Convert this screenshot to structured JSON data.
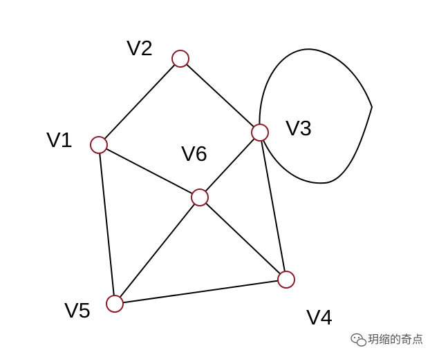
{
  "graph": {
    "nodes": [
      {
        "id": "V1",
        "label": "V1"
      },
      {
        "id": "V2",
        "label": "V2"
      },
      {
        "id": "V3",
        "label": "V3"
      },
      {
        "id": "V4",
        "label": "V4"
      },
      {
        "id": "V5",
        "label": "V5"
      },
      {
        "id": "V6",
        "label": "V6"
      }
    ],
    "edges": [
      {
        "from": "V1",
        "to": "V2"
      },
      {
        "from": "V2",
        "to": "V3"
      },
      {
        "from": "V1",
        "to": "V6"
      },
      {
        "from": "V1",
        "to": "V5"
      },
      {
        "from": "V3",
        "to": "V6"
      },
      {
        "from": "V3",
        "to": "V4"
      },
      {
        "from": "V5",
        "to": "V6"
      },
      {
        "from": "V6",
        "to": "V4"
      },
      {
        "from": "V5",
        "to": "V4"
      },
      {
        "from": "V3",
        "to": "V3",
        "type": "self-loop"
      }
    ]
  },
  "colors": {
    "node_stroke": "#8b1c2c",
    "node_fill": "#ffffff",
    "edge": "#000000"
  },
  "watermark": {
    "text": "玥缩的奇点",
    "icon": "wechat-icon"
  }
}
